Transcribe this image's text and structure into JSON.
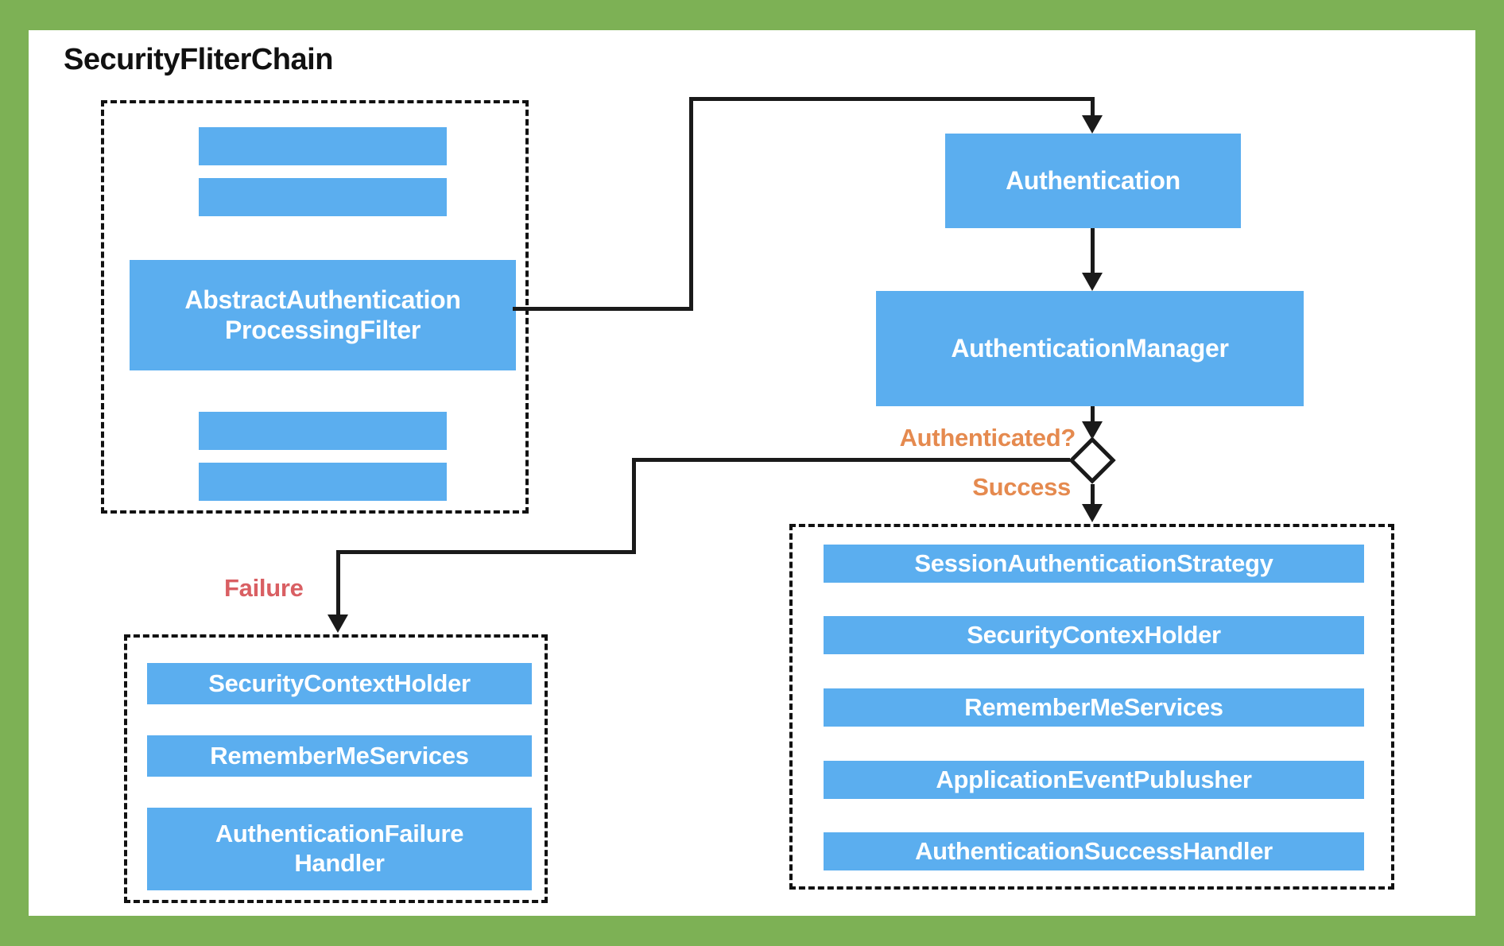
{
  "title": "SecurityFliterChain",
  "colors": {
    "frame_green": "#7DB155",
    "node_blue": "#5BAEEF",
    "connector_black": "#1A1A1A",
    "question_orange": "#E58A4F",
    "failure_red": "#D95F63",
    "node_text_white": "#FFFFFF",
    "title_black": "#111111"
  },
  "filter_chain_group": {
    "main_node": {
      "label": "AbstractAuthentication\nProcessingFilter"
    },
    "unlabeled_filter_bars_above": 2,
    "unlabeled_filter_bars_below": 2
  },
  "flow": {
    "authentication": {
      "label": "Authentication"
    },
    "authentication_manager": {
      "label": "AuthenticationManager"
    },
    "decision": {
      "question_label": "Authenticated?",
      "success_label": "Success",
      "failure_label": "Failure"
    }
  },
  "failure_panel": {
    "items": [
      {
        "label": "SecurityContextHolder"
      },
      {
        "label": "RememberMeServices"
      },
      {
        "label": "AuthenticationFailure\nHandler"
      }
    ]
  },
  "success_panel": {
    "items": [
      {
        "label": "SessionAuthenticationStrategy"
      },
      {
        "label": "SecurityContexHolder"
      },
      {
        "label": "RememberMeServices"
      },
      {
        "label": "ApplicationEventPublusher"
      },
      {
        "label": "AuthenticationSuccessHandler"
      }
    ]
  }
}
